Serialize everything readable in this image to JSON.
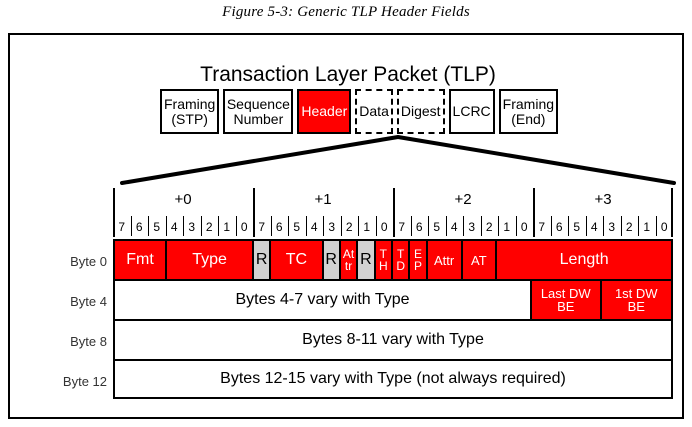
{
  "figure": {
    "caption": "Figure 5-3: Generic TLP Header Fields"
  },
  "tlp": {
    "title": "Transaction Layer Packet (TLP)",
    "boxes": [
      {
        "name": "framing-stp",
        "line1": "Framing",
        "line2": "(STP)",
        "style": "solid",
        "fill": "white"
      },
      {
        "name": "sequence",
        "line1": "Sequence",
        "line2": "Number",
        "style": "solid",
        "fill": "white"
      },
      {
        "name": "header",
        "line1": "Header",
        "line2": "",
        "style": "solid",
        "fill": "red"
      },
      {
        "name": "data",
        "line1": "Data",
        "line2": "",
        "style": "dashed",
        "fill": "white"
      },
      {
        "name": "digest",
        "line1": "Digest",
        "line2": "",
        "style": "dashed",
        "fill": "white"
      },
      {
        "name": "lcrc",
        "line1": "LCRC",
        "line2": "",
        "style": "solid",
        "fill": "white"
      },
      {
        "name": "framing-end",
        "line1": "Framing",
        "line2": "(End)",
        "style": "solid",
        "fill": "white"
      }
    ]
  },
  "byte_offsets": [
    "+0",
    "+1",
    "+2",
    "+3"
  ],
  "bit_numbers": [
    "7",
    "6",
    "5",
    "4",
    "3",
    "2",
    "1",
    "0",
    "7",
    "6",
    "5",
    "4",
    "3",
    "2",
    "1",
    "0",
    "7",
    "6",
    "5",
    "4",
    "3",
    "2",
    "1",
    "0",
    "7",
    "6",
    "5",
    "4",
    "3",
    "2",
    "1",
    "0"
  ],
  "rows": [
    {
      "label": "Byte 0",
      "fields": [
        {
          "name": "fmt",
          "l1": "Fmt",
          "l2": "",
          "bits": 3,
          "fill": "red",
          "size": "normal"
        },
        {
          "name": "type",
          "l1": "Type",
          "l2": "",
          "bits": 5,
          "fill": "red",
          "size": "normal"
        },
        {
          "name": "r1",
          "l1": "R",
          "l2": "",
          "bits": 1,
          "fill": "gray",
          "size": "normal"
        },
        {
          "name": "tc",
          "l1": "TC",
          "l2": "",
          "bits": 3,
          "fill": "red",
          "size": "normal"
        },
        {
          "name": "r2",
          "l1": "R",
          "l2": "",
          "bits": 1,
          "fill": "gray",
          "size": "normal"
        },
        {
          "name": "attr-hi",
          "l1": "At",
          "l2": "tr",
          "bits": 1,
          "fill": "red",
          "size": "stack"
        },
        {
          "name": "r3",
          "l1": "R",
          "l2": "",
          "bits": 1,
          "fill": "gray",
          "size": "normal"
        },
        {
          "name": "th",
          "l1": "T",
          "l2": "H",
          "bits": 1,
          "fill": "red",
          "size": "stack"
        },
        {
          "name": "td",
          "l1": "T",
          "l2": "D",
          "bits": 1,
          "fill": "red",
          "size": "stack"
        },
        {
          "name": "ep",
          "l1": "E",
          "l2": "P",
          "bits": 1,
          "fill": "red",
          "size": "stack"
        },
        {
          "name": "attr",
          "l1": "Attr",
          "l2": "",
          "bits": 2,
          "fill": "red",
          "size": "small"
        },
        {
          "name": "at",
          "l1": "AT",
          "l2": "",
          "bits": 2,
          "fill": "red",
          "size": "small"
        },
        {
          "name": "length",
          "l1": "Length",
          "l2": "",
          "bits": 10,
          "fill": "red",
          "size": "normal"
        }
      ]
    },
    {
      "label": "Byte 4",
      "fields": [
        {
          "name": "bytes-4-7",
          "l1": "Bytes 4-7 vary with Type",
          "l2": "",
          "bits": 24,
          "fill": "white",
          "size": "normal"
        },
        {
          "name": "last-dw-be",
          "l1": "Last DW",
          "l2": "BE",
          "bits": 4,
          "fill": "red",
          "size": "small"
        },
        {
          "name": "first-dw-be",
          "l1": "1st DW",
          "l2": "BE",
          "bits": 4,
          "fill": "red",
          "size": "small"
        }
      ]
    },
    {
      "label": "Byte 8",
      "fields": [
        {
          "name": "bytes-8-11",
          "l1": "Bytes 8-11 vary with Type",
          "l2": "",
          "bits": 32,
          "fill": "white",
          "size": "normal"
        }
      ]
    },
    {
      "label": "Byte 12",
      "fields": [
        {
          "name": "bytes-12-15",
          "l1": "Bytes 12-15 vary with Type (not always required)",
          "l2": "",
          "bits": 32,
          "fill": "white",
          "size": "normal"
        }
      ]
    }
  ]
}
